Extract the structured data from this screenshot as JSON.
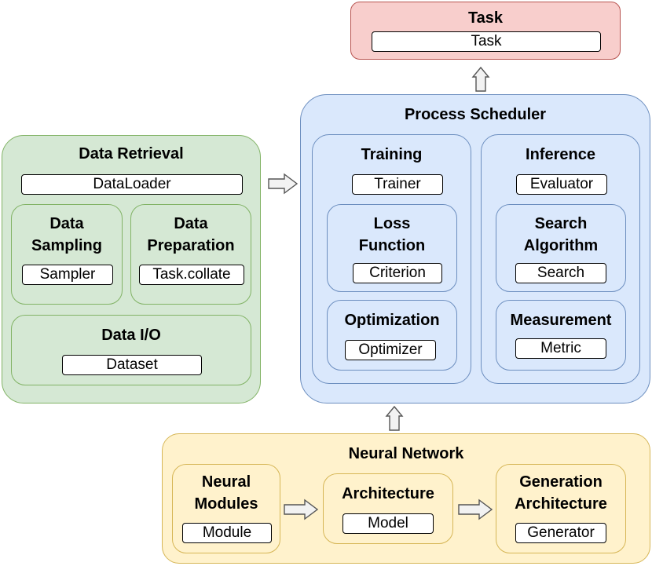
{
  "task": {
    "title": "Task",
    "chip": "Task"
  },
  "scheduler": {
    "title": "Process Scheduler",
    "training": {
      "title": "Training",
      "chip": "Trainer",
      "loss": {
        "title_1": "Loss",
        "title_2": "Function",
        "chip": "Criterion"
      },
      "optimization": {
        "title": "Optimization",
        "chip": "Optimizer"
      }
    },
    "inference": {
      "title": "Inference",
      "chip": "Evaluator",
      "search": {
        "title_1": "Search",
        "title_2": "Algorithm",
        "chip": "Search"
      },
      "measurement": {
        "title": "Measurement",
        "chip": "Metric"
      }
    }
  },
  "retrieval": {
    "title": "Data Retrieval",
    "chip": "DataLoader",
    "sampling": {
      "title_1": "Data",
      "title_2": "Sampling",
      "chip": "Sampler"
    },
    "preparation": {
      "title_1": "Data",
      "title_2": "Preparation",
      "chip": "Task.collate"
    },
    "io": {
      "title": "Data I/O",
      "chip": "Dataset"
    }
  },
  "network": {
    "title": "Neural Network",
    "modules": {
      "title_1": "Neural",
      "title_2": "Modules",
      "chip": "Module"
    },
    "architecture": {
      "title": "Architecture",
      "chip": "Model"
    },
    "generation": {
      "title_1": "Generation",
      "title_2": "Architecture",
      "chip": "Generator"
    }
  },
  "colors": {
    "green_fill": "#d5e8d4",
    "green_stroke": "#82b366",
    "blue_fill": "#dae8fc",
    "blue_stroke": "#6c8ebf",
    "yellow_fill": "#fff2cc",
    "yellow_stroke": "#d6b656",
    "red_fill": "#f8cecc",
    "red_stroke": "#b85450"
  }
}
